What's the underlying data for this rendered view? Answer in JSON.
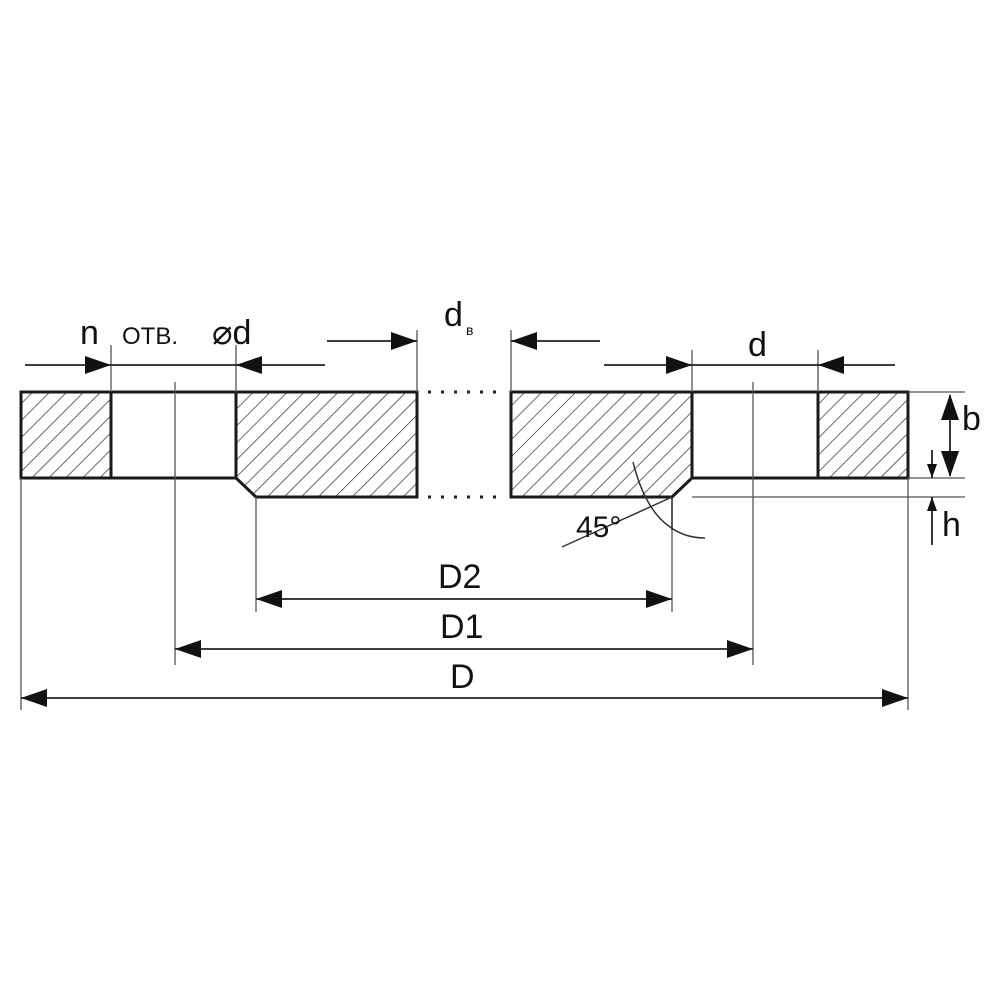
{
  "labels": {
    "holes_n": "n",
    "holes_otv": "ОТВ.",
    "holes_dia": "⌀d",
    "bore": "d",
    "bore_sub": "в",
    "hole_d": "d",
    "thickness": "b",
    "chamfer": "h",
    "angle": "45°",
    "d2": "D2",
    "d1": "D1",
    "d": "D"
  }
}
